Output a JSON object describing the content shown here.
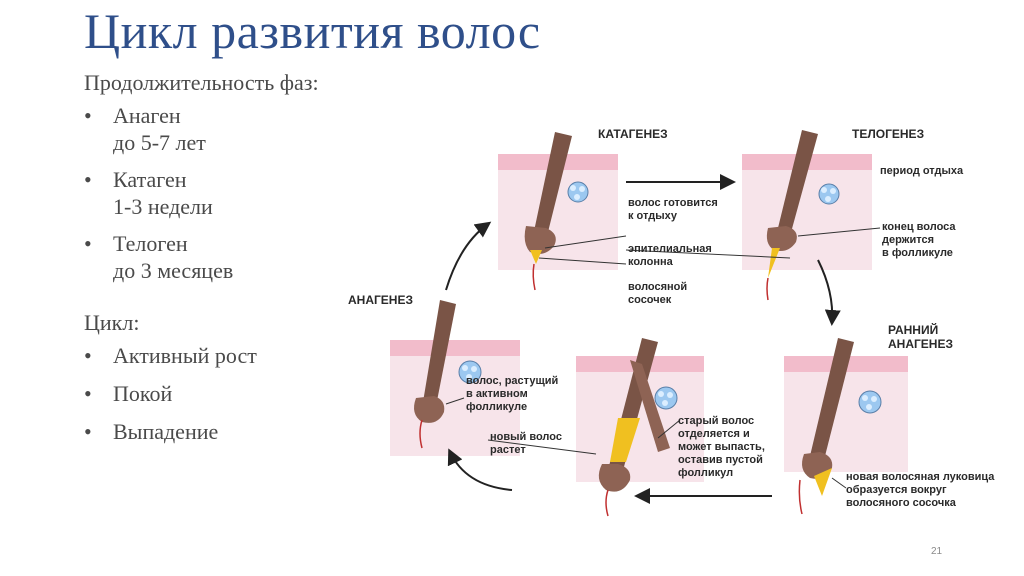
{
  "title": "Цикл развития волос",
  "phases": {
    "heading": "Продолжительность фаз:",
    "items": [
      {
        "name": "Анаген",
        "duration": "до 5-7 лет"
      },
      {
        "name": "Катаген",
        "duration": "1-3 недели"
      },
      {
        "name": "Телоген",
        "duration": "до 3 месяцев"
      }
    ]
  },
  "cycle": {
    "heading": "Цикл:",
    "items": [
      "Активный рост",
      "Покой",
      "Выпадение"
    ]
  },
  "diagram": {
    "stage_catagen": "КАТАГЕНЕЗ",
    "stage_telogen": "ТЕЛОГЕНЕЗ",
    "stage_anagen": "АНАГЕНЕЗ",
    "stage_early_anagen": [
      "РАННИЙ",
      "АНАГЕНЕЗ"
    ],
    "rest_period": "период отдыха",
    "hair_prepares": [
      "волос готовится",
      "к отдыху"
    ],
    "epithelial_column": [
      "эпителиальная",
      "колонна"
    ],
    "papilla": [
      "волосяной",
      "сосочек"
    ],
    "hair_end_held": [
      "конец волоса",
      "держится",
      "в фолликуле"
    ],
    "growing_hair": [
      "волос, растущий",
      "в активном",
      "фолликуле"
    ],
    "new_hair": [
      "новый волос",
      "растет"
    ],
    "old_hair": [
      "старый волос",
      "отделяется и",
      "может выпасть,",
      "оставив пустой",
      "фолликул"
    ],
    "new_bulb": [
      "новая волосяная луковица",
      "образуется вокруг",
      "волосяного сосочка"
    ]
  },
  "colors": {
    "title": "#2f4f8a",
    "skin_pink": "#f2bccb",
    "dermis": "#f7e4ea",
    "hair_brown": "#7a5446",
    "bulb_yellow": "#f0c020",
    "gland_blue": "#9cc8f0"
  },
  "page_number": "21"
}
